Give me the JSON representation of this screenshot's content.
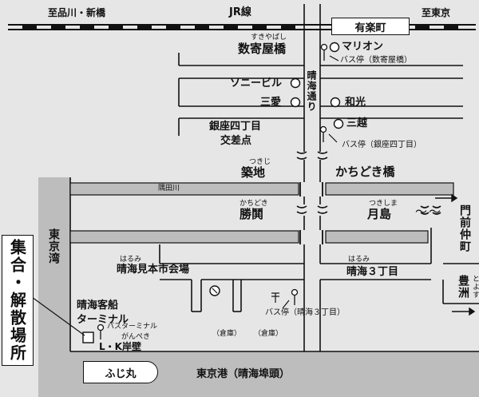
{
  "railway": {
    "line_name": "JR線",
    "to_west": "至品川・新橋",
    "to_east": "至東京",
    "station": "有楽町"
  },
  "streets": {
    "harumi_dori": "晴海通り",
    "sukiyabashi_ruby": "すきやばし",
    "sukiyabashi": "数寄屋橋",
    "ginza4_cross": "銀座四丁目",
    "ginza4_cross2": "交差点",
    "tsukiji_ruby": "つきじ",
    "tsukiji": "築地",
    "kachidoki_bashi": "かちどき橋",
    "kachidoki_ruby": "かちどき",
    "kachidoki": "勝鬨",
    "tsukishima_ruby": "つきしま",
    "tsukishima": "月島",
    "sumida_river": "隅田川",
    "tokyo_bay": "東京湾",
    "monzen_nakacho": "門前仲町",
    "toyosu_ruby": "とよす",
    "toyosu": "豊洲",
    "harumi3_ruby": "はるみ",
    "harumi3": "晴海３丁目",
    "tokyo_port": "東京港（晴海埠頭）"
  },
  "landmarks": {
    "marion": "マリオン",
    "sony_building": "ソニービル",
    "sanai": "三愛",
    "wako": "和光",
    "mitsukoshi": "三越",
    "harumi_expo_ruby": "はるみ",
    "harumi_expo": "晴海見本市会場",
    "harumi_terminal_1": "晴海客船",
    "harumi_terminal_2": "ターミナル",
    "bus_terminal": "バスターミナル",
    "lk_pier_ruby": "がんぺき",
    "lk_pier": "L・K岸壁",
    "warehouse": "（倉庫）",
    "fujimaru": "ふじ丸",
    "meeting_point": "集合・解散場所"
  },
  "bus_stops": {
    "sukiyabashi": "バス停（数寄屋橋）",
    "ginza4": "バス停（銀座四丁目）",
    "harumi3": "バス停（晴海３丁目）"
  },
  "symbols": {
    "wave": "〜",
    "arrow_right": "→",
    "gap_mark": "〕〔",
    "busstop_icon": "bus-stop-icon",
    "landmark_icon": "circle-landmark-icon"
  },
  "colors": {
    "background": "#e6e6e6",
    "river": "#bdbdbd",
    "road": "#ffffff",
    "ink": "#111111"
  }
}
